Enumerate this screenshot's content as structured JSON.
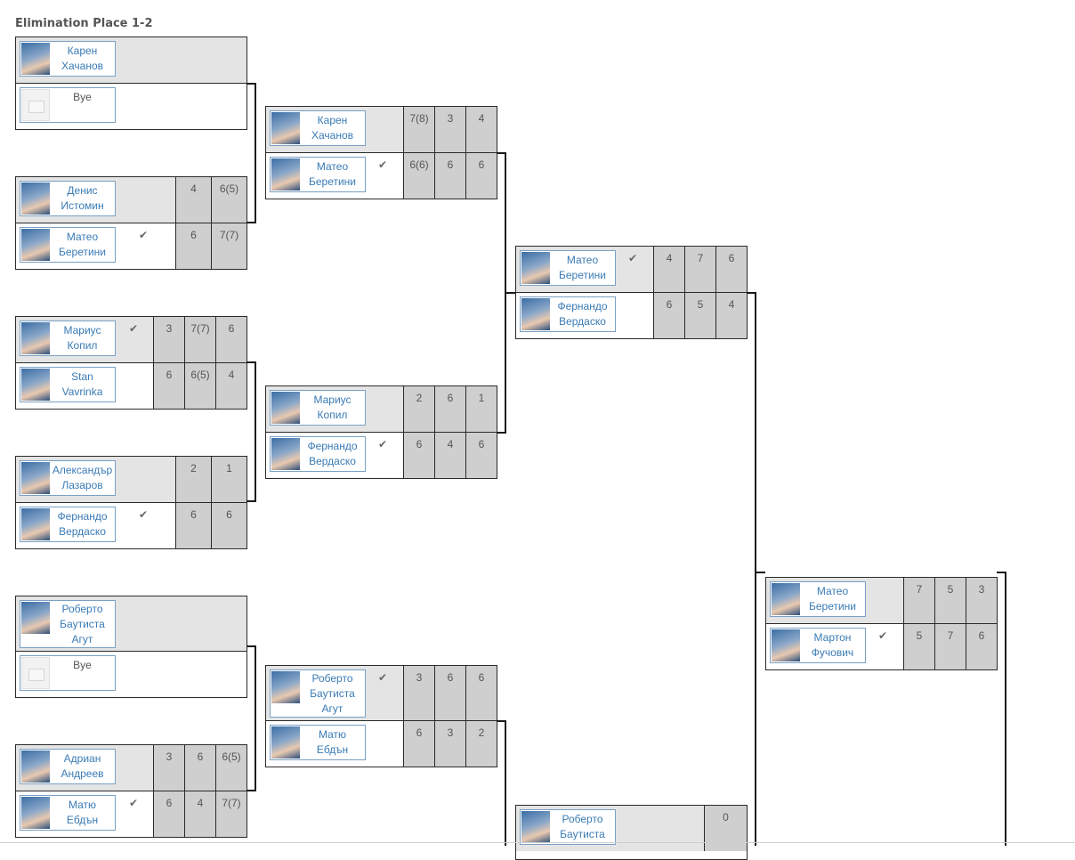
{
  "bracket": {
    "title": "Elimination Place 1-2",
    "win_glyph": "✔",
    "players": {
      "khachanov": "Карен\nХачанов",
      "bye": "Bye",
      "istomin": "Денис\nИстомин",
      "berrettini": "Матео\nБеретини",
      "copil": "Мариус\nКопил",
      "wawrinka": "Stan\nVavrinka",
      "lazarov": "Александър\nЛазаров",
      "verdasco": "Фернандо\nВердаско",
      "bautista": "Роберто\nБаутиста\nАгут",
      "bautista_short": "Роберто\nБаутиста",
      "andreev": "Адриан\nАндреев",
      "ebden": "Матю\nЕбдън",
      "fucsovics": "Мартон\nФучович"
    },
    "scores": {
      "r1m2_top": [
        "4",
        "6(5)"
      ],
      "r1m2_bot": [
        "6",
        "7(7)"
      ],
      "r1m3_top": [
        "3",
        "7(7)",
        "6"
      ],
      "r1m3_bot": [
        "6",
        "6(5)",
        "4"
      ],
      "r1m4_top": [
        "2",
        "1"
      ],
      "r1m4_bot": [
        "6",
        "6"
      ],
      "r1m6_top": [
        "3",
        "6",
        "6(5)"
      ],
      "r1m6_bot": [
        "6",
        "4",
        "7(7)"
      ],
      "r2m1_top": [
        "7(8)",
        "3",
        "4"
      ],
      "r2m1_bot": [
        "6(6)",
        "6",
        "6"
      ],
      "r2m2_top": [
        "2",
        "6",
        "1"
      ],
      "r2m2_bot": [
        "6",
        "4",
        "6"
      ],
      "r2m3_top": [
        "3",
        "6",
        "6"
      ],
      "r2m3_bot": [
        "6",
        "3",
        "2"
      ],
      "r3m1_top": [
        "4",
        "7",
        "6"
      ],
      "r3m1_bot": [
        "6",
        "5",
        "4"
      ],
      "r3m2_top": [
        "0"
      ],
      "r4m1_top": [
        "7",
        "5",
        "3"
      ],
      "r4m1_bot": [
        "5",
        "7",
        "6"
      ]
    }
  }
}
